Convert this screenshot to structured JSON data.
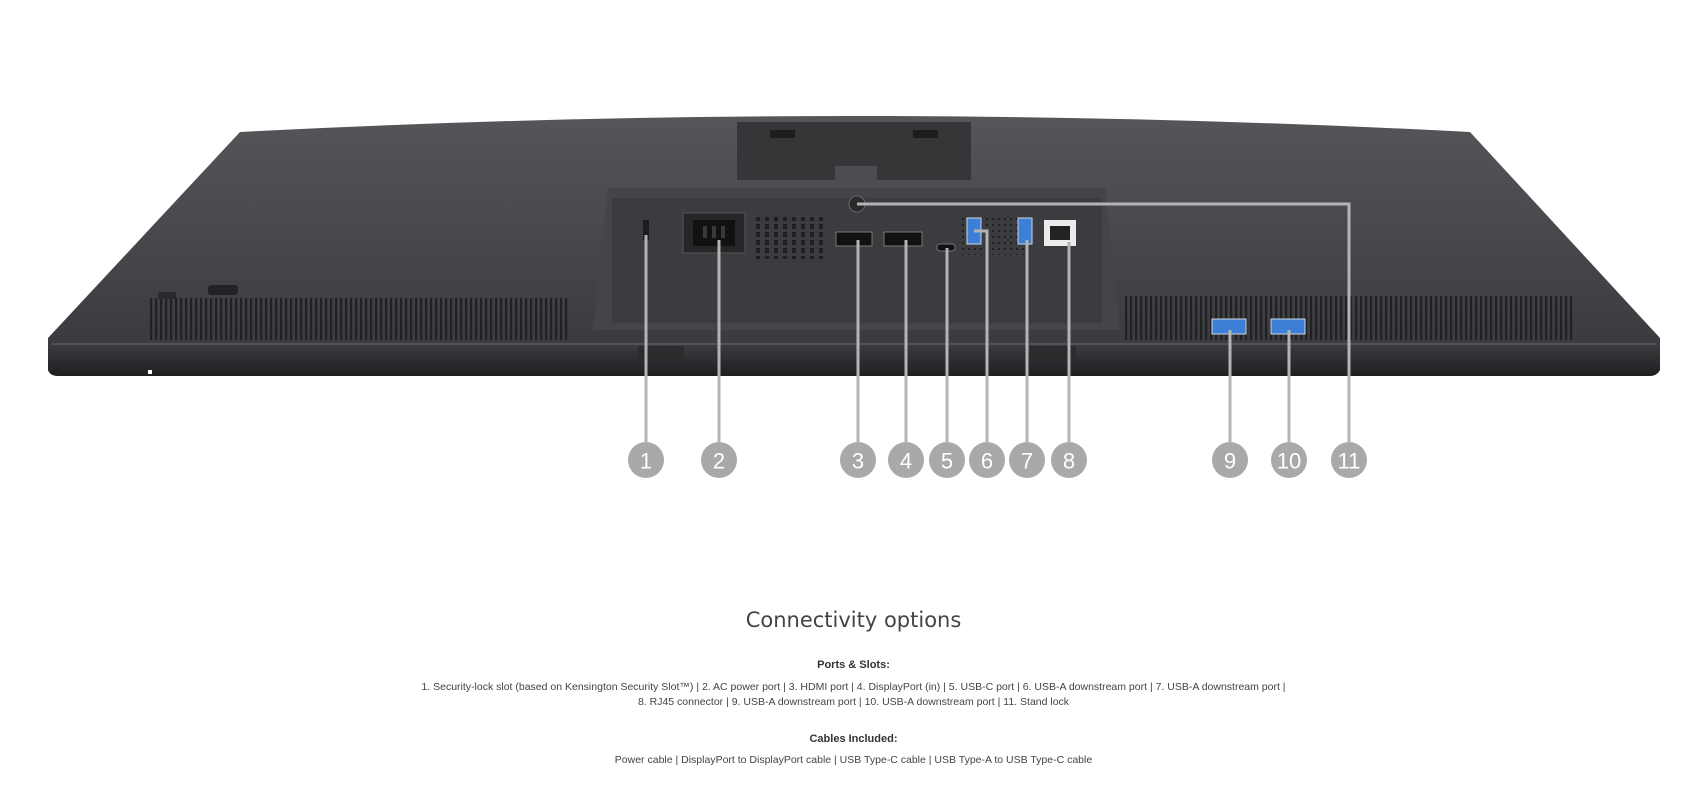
{
  "image": {
    "subject": "monitor-rear-ports",
    "colors": {
      "body": "#3f4043",
      "body_dark": "#2a2b2d",
      "panel": "#4a4b4e",
      "callout": "#a9a9ab",
      "leader": "#b4b4b6",
      "usb_blue": "#3b7fd6"
    }
  },
  "callouts": [
    {
      "number": "1"
    },
    {
      "number": "2"
    },
    {
      "number": "3"
    },
    {
      "number": "4"
    },
    {
      "number": "5"
    },
    {
      "number": "6"
    },
    {
      "number": "7"
    },
    {
      "number": "8"
    },
    {
      "number": "9"
    },
    {
      "number": "10"
    },
    {
      "number": "11"
    }
  ],
  "section": {
    "title": "Connectivity options",
    "ports_heading": "Ports & Slots:",
    "ports_line1": "1. Security-lock slot (based on Kensington Security Slot™) | 2. AC power port | 3. HDMI port | 4. DisplayPort (in) | 5. USB-C port | 6. USB-A downstream port | 7. USB-A downstream port |",
    "ports_line2": "8. RJ45 connector | 9. USB-A downstream port | 10. USB-A downstream port | 11. Stand lock",
    "cables_heading": "Cables Included:",
    "cables_text": "Power cable | DisplayPort to DisplayPort cable | USB Type-C cable | USB Type-A to USB Type-C cable"
  }
}
